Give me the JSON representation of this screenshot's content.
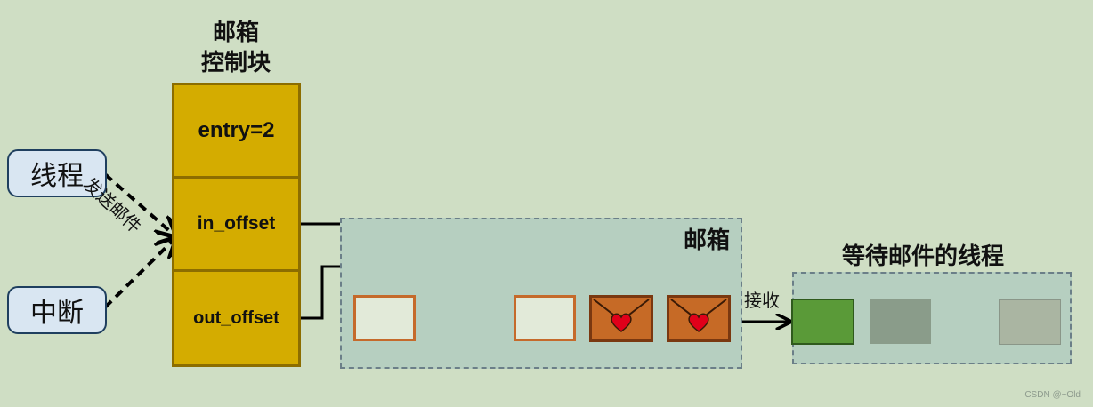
{
  "sources": {
    "thread": "线程",
    "interrupt": "中断",
    "send_label": "发送邮件"
  },
  "control_block": {
    "title_line1": "邮箱",
    "title_line2": "控制块",
    "cells": [
      "entry=2",
      "in_offset",
      "out_offset"
    ]
  },
  "mailbox": {
    "title": "邮箱"
  },
  "receive_label": "接收",
  "waiting": {
    "title": "等待邮件的线程"
  },
  "watermark": "CSDN @~Old",
  "colors": {
    "background": "#cfdec4",
    "control_block": "#d4ac00",
    "mail": "#c66a26",
    "heart": "#e0001a",
    "thread_active": "#5a9a38",
    "thread_waiting": "#8a9c8a",
    "thread_waiting_light": "#aab5a2"
  },
  "icons": {
    "mail": "envelope-heart-icon"
  }
}
